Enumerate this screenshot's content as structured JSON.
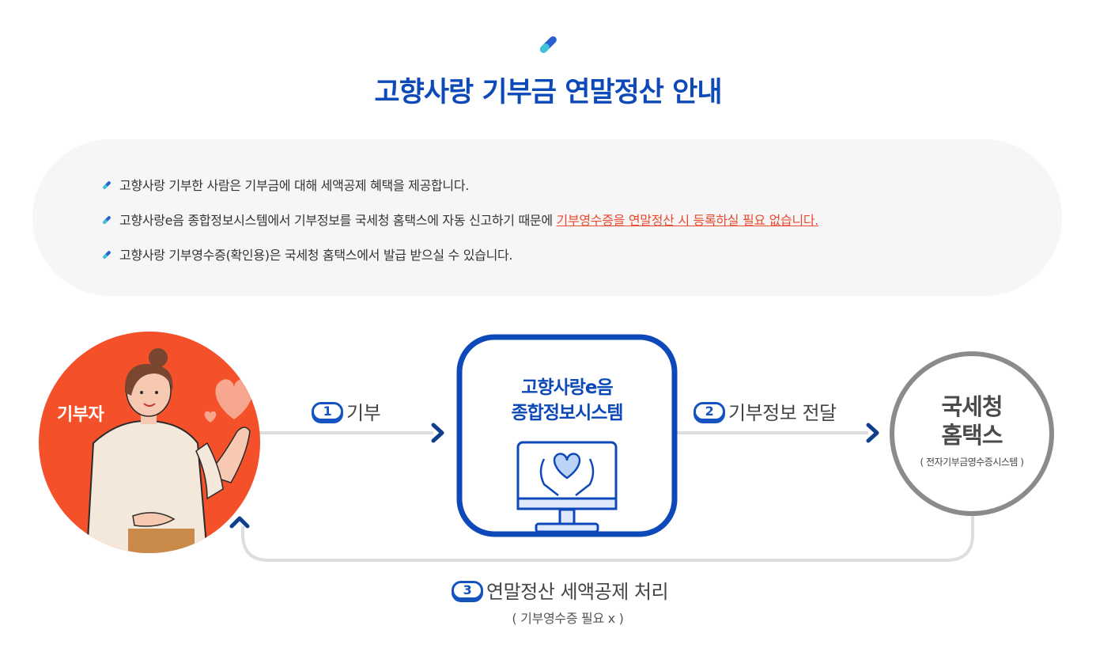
{
  "page": {
    "title": "고향사랑 기부금 연말정산 안내"
  },
  "info": {
    "items": [
      {
        "text": "고향사랑 기부한 사람은 기부금에 대해 세액공제 혜택을 제공합니다.",
        "link": ""
      },
      {
        "text": "고향사랑e음 종합정보시스템에서 기부정보를 국세청 홈택스에 자동 신고하기 때문에 ",
        "link": "기부영수증을 연말정산 시 등록하실 필요 없습니다."
      },
      {
        "text": "고향사랑 기부영수증(확인용)은 국세청 홈택스에서 발급 받으실 수 있습니다.",
        "link": ""
      }
    ]
  },
  "flow": {
    "donor": "기부자",
    "step1": {
      "num": "1",
      "label": "기부"
    },
    "system": {
      "line1": "고향사랑e음",
      "line2": "종합정보시스템"
    },
    "step2": {
      "num": "2",
      "label": "기부정보 전달"
    },
    "nts": {
      "line1": "국세청",
      "line2": "홈택스",
      "sub": "( 전자기부금영수증시스템 )"
    },
    "step3": {
      "num": "3",
      "label": "연말정산 세액공제 처리",
      "sub": "( 기부영수증 필요 x )"
    }
  },
  "colors": {
    "title_blue": "#0d49b9",
    "link_red": "#ea4a2d",
    "donor_orange": "#f4502a",
    "panel_gray": "#f6f6f6",
    "nts_ring": "#8b8b8b"
  },
  "icons": [
    "pencil-icon",
    "bullet-pencil-icon",
    "heart-icon",
    "caring-hands-monitor-icon",
    "chevron-right-icon",
    "chevron-up-icon"
  ]
}
